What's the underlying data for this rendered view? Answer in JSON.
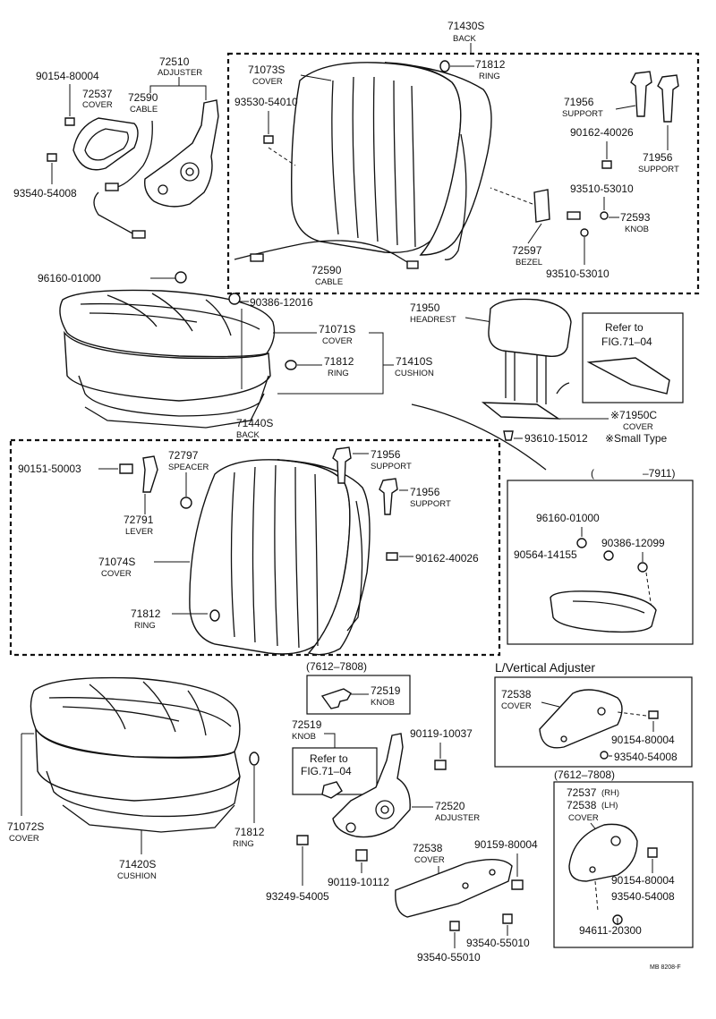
{
  "diagram": {
    "top_back": {
      "part": "71430S",
      "name": "BACK",
      "cover": {
        "part": "71073S",
        "name": "COVER"
      },
      "ring": {
        "part": "71812",
        "name": "RING"
      },
      "screw": {
        "part": "93530-54010"
      },
      "cable": {
        "part": "72590",
        "name": "CABLE"
      },
      "bezel": {
        "part": "72597",
        "name": "BEZEL"
      },
      "knob": {
        "part": "72593",
        "name": "KNOB"
      },
      "screw_a": {
        "part": "93510-53010"
      },
      "screw_b": {
        "part": "93510-53010"
      },
      "support_a": {
        "part": "71956",
        "name": "SUPPORT"
      },
      "support_b": {
        "part": "71956",
        "name": "SUPPORT"
      },
      "bolt": {
        "part": "90162-40026"
      }
    },
    "top_left": {
      "adjuster": {
        "part": "72510",
        "name": "ADJUSTER"
      },
      "screw_top": {
        "part": "90154-80004"
      },
      "cover": {
        "part": "72537",
        "name": "COVER"
      },
      "cable": {
        "part": "72590",
        "name": "CABLE"
      },
      "screw_bottom": {
        "part": "93540-54008"
      }
    },
    "cushion_top": {
      "nut": {
        "part": "96160-01000"
      },
      "clip": {
        "part": "90386-12016"
      },
      "cover": {
        "part": "71071S",
        "name": "COVER"
      },
      "ring": {
        "part": "71812",
        "name": "RING"
      },
      "cushion": {
        "part": "71410S",
        "name": "CUSHION"
      }
    },
    "headrest": {
      "part": "71950",
      "name": "HEADREST",
      "refer_label": "Refer to",
      "refer_fig": "FIG.71–04",
      "cover": {
        "part": "※71950C",
        "name": "COVER"
      },
      "screw": {
        "part": "93610-15012"
      },
      "note": "※Small Type"
    },
    "mid_back": {
      "part": "71440S",
      "name": "BACK",
      "bolt_left": {
        "part": "90151-50003"
      },
      "spacer": {
        "part": "72797",
        "name": "SPEACER"
      },
      "lever": {
        "part": "72791",
        "name": "LEVER"
      },
      "cover": {
        "part": "71074S",
        "name": "COVER"
      },
      "ring": {
        "part": "71812",
        "name": "RING"
      },
      "support_a": {
        "part": "71956",
        "name": "SUPPORT"
      },
      "support_b": {
        "part": "71956",
        "name": "SUPPORT"
      },
      "bolt_right": {
        "part": "90162-40026"
      }
    },
    "inset_7911": {
      "range_open": "(",
      "range_close": "–7911)",
      "nut": {
        "part": "96160-01000"
      },
      "clip": {
        "part": "90386-12099"
      },
      "bolt": {
        "part": "90564-14155"
      }
    },
    "knob_7612": {
      "range": "(7612–7808)",
      "knob": {
        "part": "72519",
        "name": "KNOB"
      }
    },
    "vertical_adjuster": {
      "title": "L/Vertical Adjuster",
      "cover": {
        "part": "72538",
        "name": "COVER"
      },
      "screw_a": {
        "part": "90154-80004"
      },
      "screw_b": {
        "part": "93540-54008"
      }
    },
    "bottom_cushion": {
      "cover": {
        "part": "71072S",
        "name": "COVER"
      },
      "cushion": {
        "part": "71420S",
        "name": "CUSHION"
      },
      "ring": {
        "part": "71812",
        "name": "RING"
      }
    },
    "bottom_adjuster": {
      "knob": {
        "part": "72519",
        "name": "KNOB"
      },
      "refer_label": "Refer to",
      "refer_fig": "FIG.71–04",
      "bolt_top": {
        "part": "90119-10037"
      },
      "adjuster": {
        "part": "72520",
        "name": "ADJUSTER"
      },
      "cover": {
        "part": "72538",
        "name": "COVER"
      },
      "bolt_right": {
        "part": "90159-80004"
      },
      "bolt_bottom": {
        "part": "90119-10112"
      },
      "screw_left": {
        "part": "93249-54005"
      },
      "screw_a": {
        "part": "93540-55010"
      },
      "screw_b": {
        "part": "93540-55010"
      }
    },
    "inset_7612": {
      "range": "(7612–7808)",
      "cover_rh": {
        "part": "72537",
        "suffix": "(RH)"
      },
      "cover_lh": {
        "part": "72538",
        "suffix": "(LH)"
      },
      "cover_name": "COVER",
      "screw_a": {
        "part": "90154-80004"
      },
      "screw_b": {
        "part": "93540-54008"
      },
      "washer": {
        "part": "94611-20300"
      }
    },
    "code": "MB 8208-F"
  }
}
